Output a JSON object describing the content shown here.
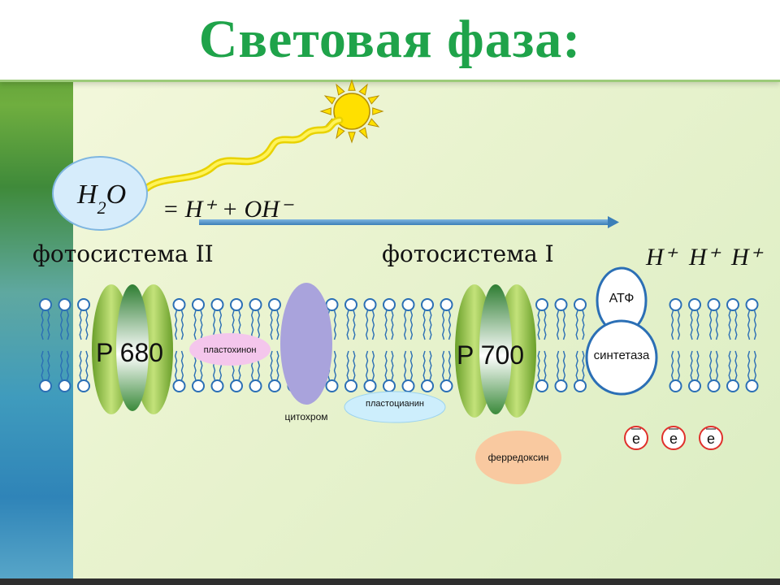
{
  "title": "Световая фаза:",
  "water": {
    "h": "H",
    "sub": "2",
    "o": "O"
  },
  "equation": "= H⁺ + OH⁻",
  "photosystem2": {
    "label": "фотосистема II",
    "center": "P 680"
  },
  "photosystem1": {
    "label": "фотосистема I",
    "center": "P 700"
  },
  "carriers": {
    "plastoquinone": "пластохинон",
    "cytochrome": "цитохром",
    "plastocyanin": "пластоцианин",
    "ferredoxin": "ферредоксин"
  },
  "atp_synthase": {
    "top": "АТФ",
    "bottom": "синтетаза"
  },
  "protons": [
    "H⁺",
    "H⁺",
    "H⁺"
  ],
  "electrons": [
    "e",
    "e",
    "e"
  ],
  "colors": {
    "title": "#1fa34a",
    "lipid": "#2b6fb5",
    "photosystem": "#8cc63f",
    "cytochrome": "#a9a3dc",
    "plastoquinone": "#f4c6ec",
    "plastocyanin": "#cdeefc",
    "ferredoxin": "#f9c9a0",
    "electron": "#e0302b",
    "sun": "#ffe000"
  }
}
